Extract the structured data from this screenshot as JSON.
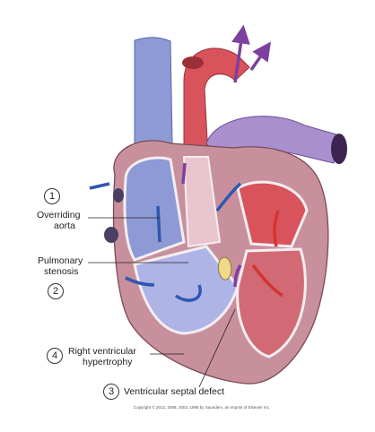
{
  "annotations": [
    {
      "id": "overriding-aorta",
      "number": "1",
      "line1": "Overriding",
      "line2": "aorta"
    },
    {
      "id": "pulmonary-stenosis",
      "number": "2",
      "line1": "Pulmonary",
      "line2": "stenosis"
    },
    {
      "id": "ventricular-septal-defect",
      "number": "3",
      "line1": "Ventricular septal defect"
    },
    {
      "id": "right-ventricular-hypertrophy",
      "number": "4",
      "line1": "Right ventricular",
      "line2": "hypertrophy"
    }
  ],
  "copyright": "Copyright © 2012, 2008, 2003, 1998 by Saunders, an imprint of Elsevier Inc.",
  "colors": {
    "venous_blue": "#8e9ad6",
    "arterial_red": "#d9535c",
    "myocardium": "#c8909c",
    "mixed_purple": "#b8a3cf",
    "arrow_blue": "#2f57b0",
    "arrow_red": "#d3352e",
    "arrow_purple": "#7d3fa0"
  }
}
